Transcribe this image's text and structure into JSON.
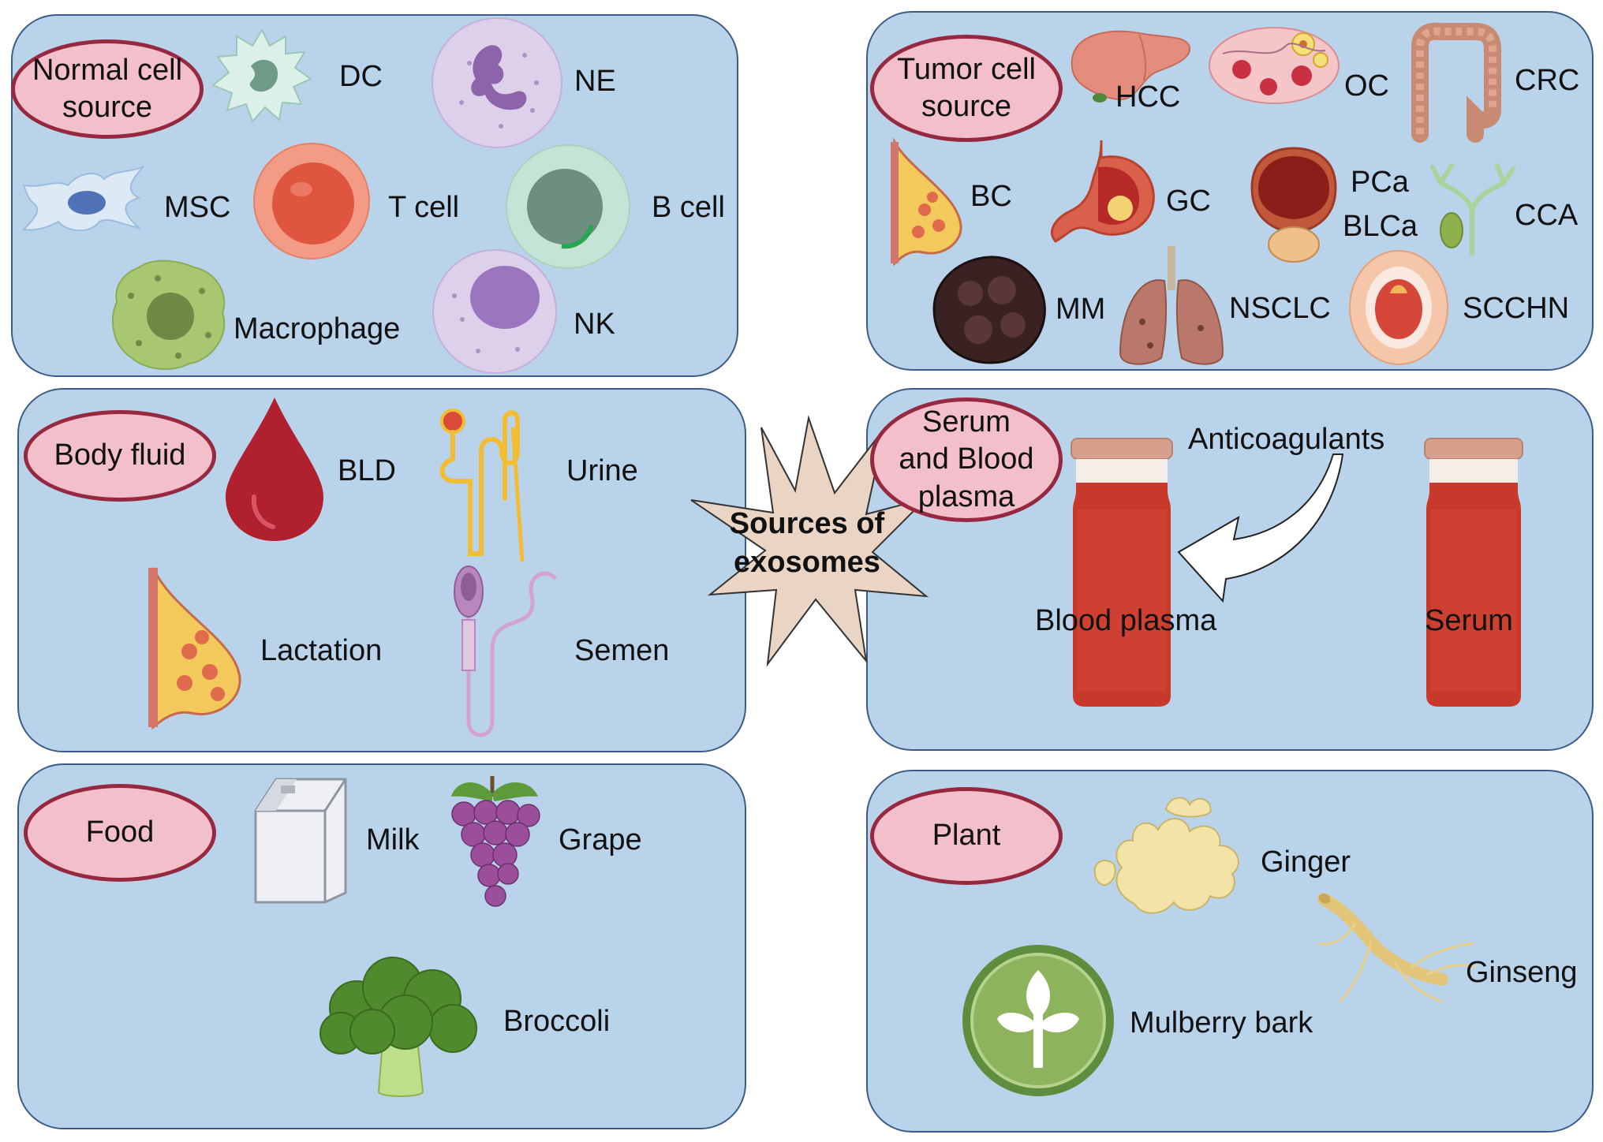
{
  "center": {
    "title_line1": "Sources of",
    "title_line2": "exosomes"
  },
  "panels": {
    "normal": {
      "title_line1": "Normal cell",
      "title_line2": "source",
      "items": {
        "dc": "DC",
        "ne": "NE",
        "msc": "MSC",
        "tcell": "T cell",
        "bcell": "B cell",
        "macrophage": "Macrophage",
        "nk": "NK"
      }
    },
    "tumor": {
      "title_line1": "Tumor cell",
      "title_line2": "source",
      "items": {
        "hcc": "HCC",
        "oc": "OC",
        "crc": "CRC",
        "bc": "BC",
        "gc": "GC",
        "pca": "PCa",
        "blca": "BLCa",
        "cca": "CCA",
        "mm": "MM",
        "nsclc": "NSCLC",
        "scchn": "SCCHN"
      }
    },
    "body_fluid": {
      "title": "Body fluid",
      "items": {
        "bld": "BLD",
        "urine": "Urine",
        "lactation": "Lactation",
        "semen": "Semen"
      }
    },
    "serum": {
      "title_line1": "Serum",
      "title_line2": "and Blood",
      "title_line3": "plasma",
      "anticoagulants": "Anticoagulants",
      "blood_plasma": "Blood plasma",
      "serum_label": "Serum"
    },
    "food": {
      "title": "Food",
      "items": {
        "milk": "Milk",
        "grape": "Grape",
        "broccoli": "Broccoli"
      }
    },
    "plant": {
      "title": "Plant",
      "items": {
        "ginger": "Ginger",
        "ginseng": "Ginseng",
        "mulberry": "Mulberry bark"
      }
    }
  },
  "colors": {
    "panel_fill": "#b9d4ea",
    "panel_border": "#3c5c86",
    "oval_fill": "#f2bfcb",
    "oval_border": "#96283f",
    "star_fill": "#ead5c4",
    "blood": "#c9392b"
  }
}
